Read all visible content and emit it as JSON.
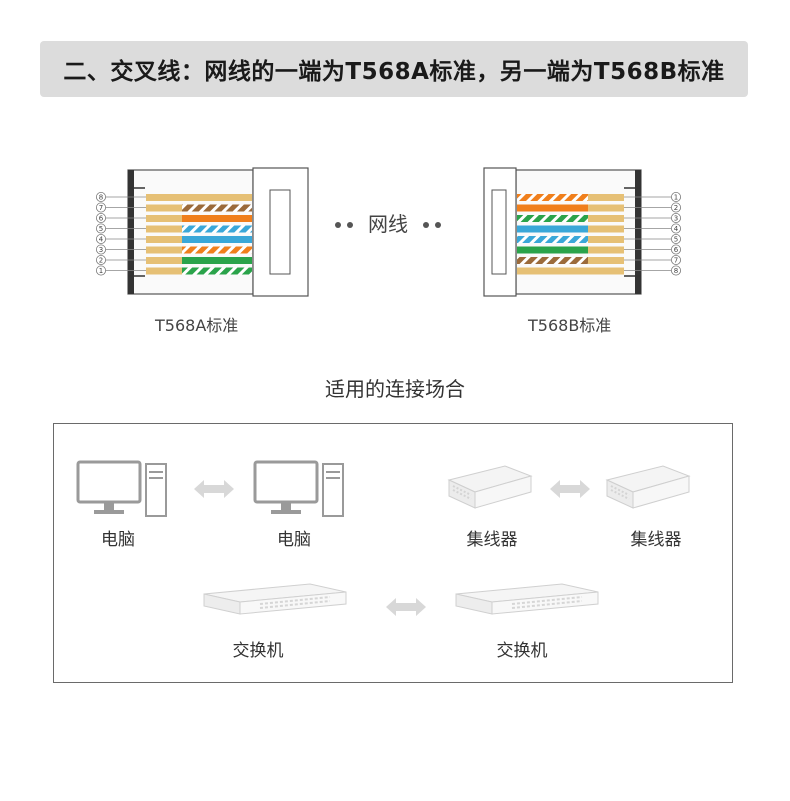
{
  "banner": {
    "title": "二、交叉线：网线的一端为T568A标准，另一端为T568B标准"
  },
  "diagram": {
    "left_connector": {
      "caption": "T568A标准",
      "pins": [
        "8",
        "7",
        "6",
        "5",
        "4",
        "3",
        "2",
        "1"
      ]
    },
    "right_connector": {
      "caption": "T568B标准",
      "pins": [
        "1",
        "2",
        "3",
        "4",
        "5",
        "6",
        "7",
        "8"
      ]
    },
    "cable_label": "网线",
    "colors": {
      "green": "#2aa34a",
      "orange": "#f07f1c",
      "blue": "#3aa7d8",
      "brown": "#9b6a3a",
      "tan": "#e6c075",
      "stripe_white": "#ffffff",
      "arrow": "#d8d8d8",
      "frame": "#6a6a6a"
    }
  },
  "usage": {
    "title": "适用的连接场合",
    "pairs": [
      {
        "left": "电脑",
        "right": "电脑",
        "icon": "computer-icon"
      },
      {
        "left": "集线器",
        "right": "集线器",
        "icon": "hub-icon"
      },
      {
        "left": "交换机",
        "right": "交换机",
        "icon": "switch-icon"
      }
    ]
  }
}
